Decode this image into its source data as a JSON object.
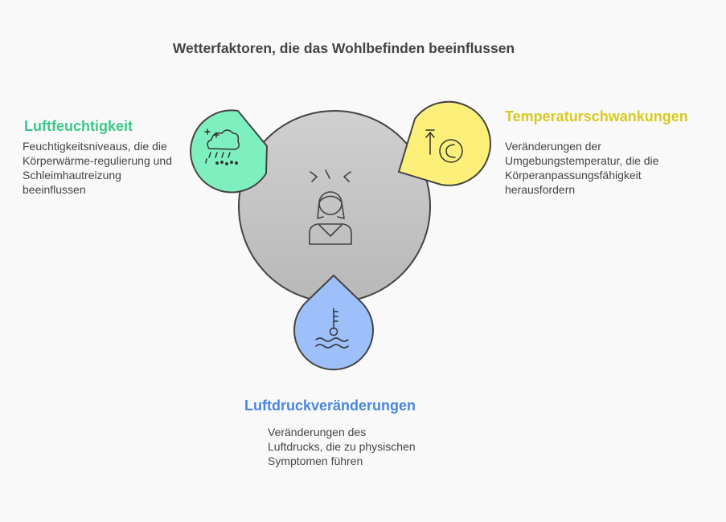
{
  "title": "Wetterfaktoren, die das Wohlbefinden beeinflussen",
  "factors": {
    "humidity": {
      "heading": "Luftfeuchtigkeit",
      "description": "Feuchtigkeitsniveaus, die die Körperwärme-regulierung und Schleimhautreizung beeinflussen",
      "color": "#7ef0c0",
      "icon": "humidity-icon"
    },
    "temperature": {
      "heading": "Temperaturschwankungen",
      "description": "Veränderungen der Umgebungstemperatur, die die Körperanpassungsfähigkeit herausfordern",
      "color": "#fdf07a",
      "icon": "temperature-change-icon"
    },
    "pressure": {
      "heading": "Luftdruckveränderungen",
      "description": "Veränderungen des Luftdrucks, die zu physischen Symptomen führen",
      "color": "#9dc0fb",
      "icon": "pressure-gauge-icon"
    }
  },
  "center": {
    "icon": "stressed-person-icon",
    "color": "#cccccc"
  }
}
